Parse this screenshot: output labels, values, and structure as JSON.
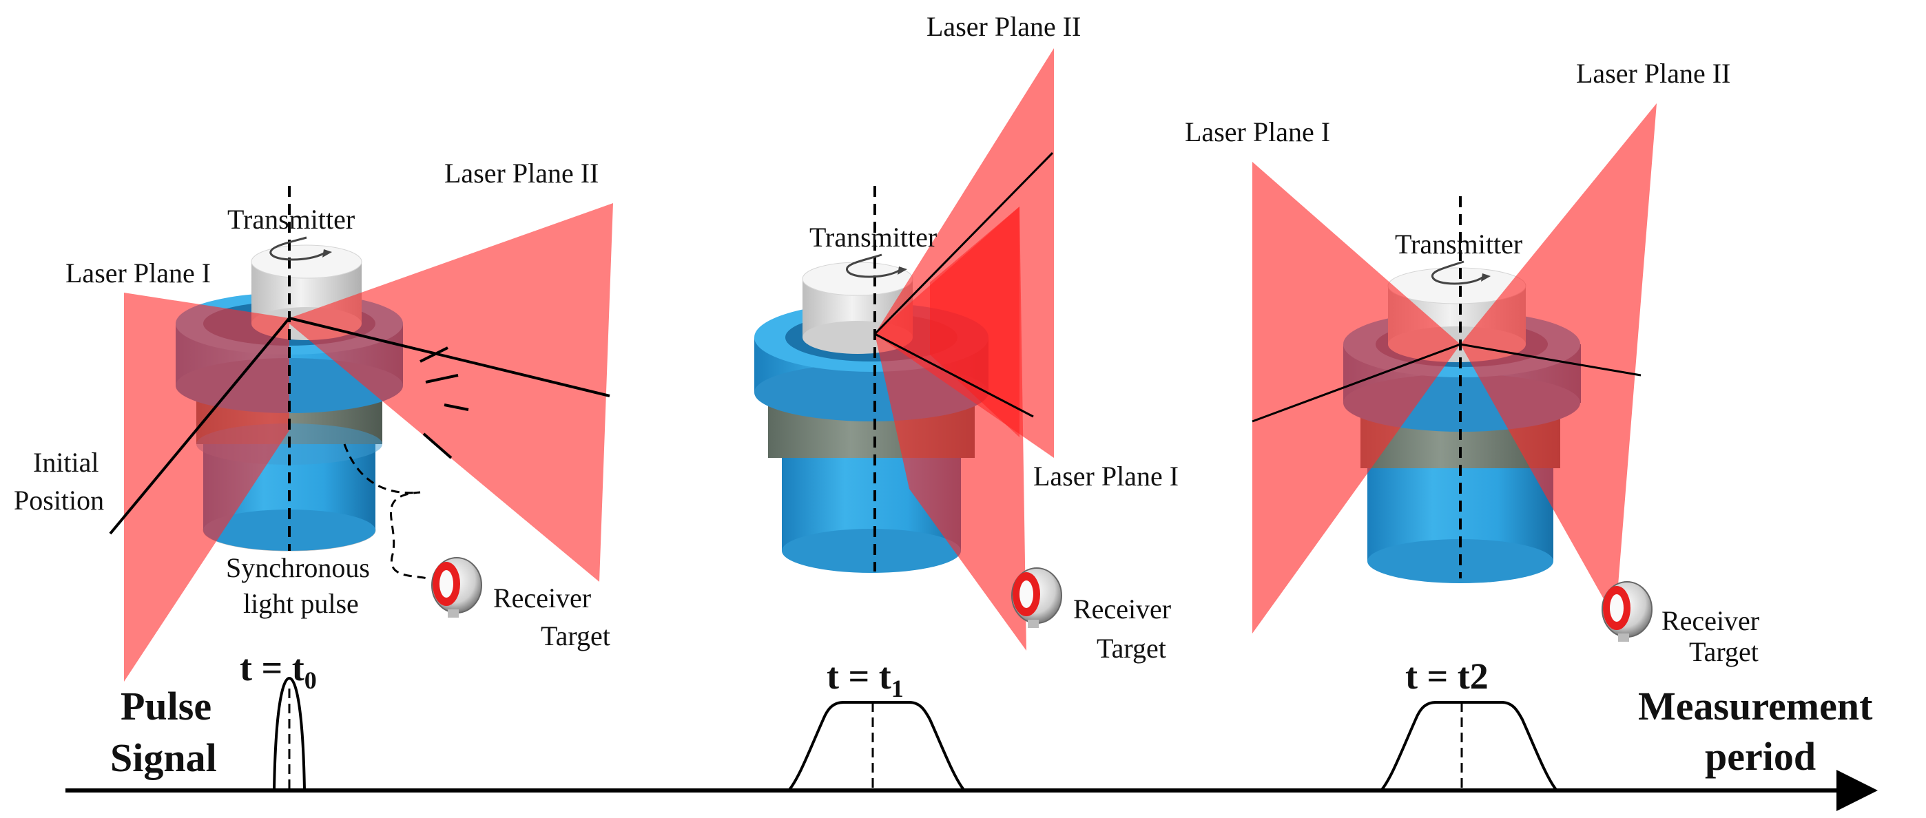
{
  "colors": {
    "laser": "#ff2a2a",
    "laser_alpha": 0.62,
    "body_blue": "#2ea3e0",
    "body_blue_dark": "#1f86c2",
    "band_grey": "#6c7a6e",
    "top_grey": "#dedede",
    "receiver_red": "#e81e1e"
  },
  "panels": [
    {
      "transmitter": "Transmitter",
      "plane_1": "Laser Plane I",
      "plane_2": "Laser Plane II",
      "extra_1": "Initial",
      "extra_2": "Position",
      "sync_1": "Synchronous",
      "sync_2": "light pulse",
      "receiver_1": "Receiver",
      "receiver_2": "Target",
      "time_main": "t = t",
      "time_sub": "0"
    },
    {
      "transmitter": "Transmitter",
      "plane_2": "Laser Plane II",
      "plane_1": "Laser Plane I",
      "receiver_1": "Receiver",
      "receiver_2": "Target",
      "time_main": "t = t",
      "time_sub": "1"
    },
    {
      "transmitter": "Transmitter",
      "plane_1": "Laser Plane I",
      "plane_2": "Laser Plane II",
      "receiver_1": "Receiver",
      "receiver_2": "Target",
      "time_main": "t = t2",
      "time_sub": ""
    }
  ],
  "axis": {
    "left_1": "Pulse",
    "left_2": "Signal",
    "right_1": "Measurement",
    "right_2": "period"
  }
}
